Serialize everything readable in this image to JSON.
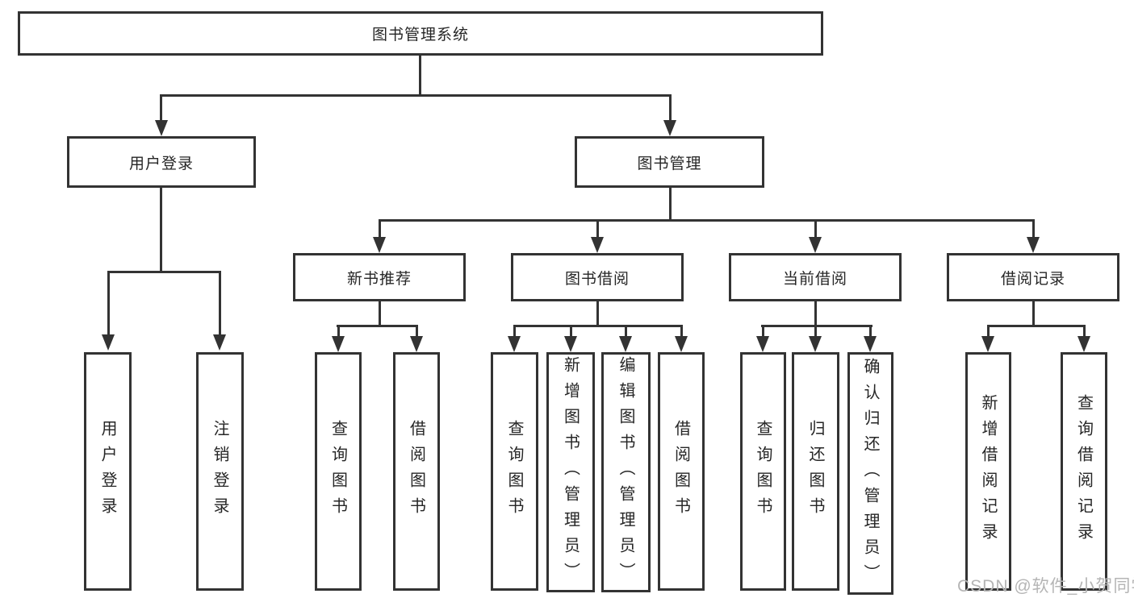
{
  "title": "图书管理系统",
  "nodes": {
    "root": "图书管理系统",
    "user_login": "用户登录",
    "book_management": "图书管理",
    "new_book_recommend": "新书推荐",
    "book_borrowing": "图书借阅",
    "current_borrowing": "当前借阅",
    "borrow_records": "借阅记录",
    "leaf_user_login": "用户登录",
    "leaf_logout": "注销登录",
    "leaf_rec_query_books": "查询图书",
    "leaf_rec_borrow_books": "借阅图书",
    "leaf_bor_query_books": "查询图书",
    "leaf_bor_add_books_admin": "新增图书（管理员）",
    "leaf_bor_edit_books_admin": "编辑图书（管理员）",
    "leaf_bor_borrow_books": "借阅图书",
    "leaf_cur_query_books": "查询图书",
    "leaf_cur_return_books": "归还图书",
    "leaf_cur_confirm_return_admin": "确认归还（管理员）",
    "leaf_recd_add_record": "新增借阅记录",
    "leaf_recd_query_record": "查询借阅记录"
  },
  "hierarchy": {
    "图书管理系统": [
      "用户登录",
      "图书管理"
    ],
    "用户登录": [
      "用户登录",
      "注销登录"
    ],
    "图书管理": [
      "新书推荐",
      "图书借阅",
      "当前借阅",
      "借阅记录"
    ],
    "新书推荐": [
      "查询图书",
      "借阅图书"
    ],
    "图书借阅": [
      "查询图书",
      "新增图书（管理员）",
      "编辑图书（管理员）",
      "借阅图书"
    ],
    "当前借阅": [
      "查询图书",
      "归还图书",
      "确认归还（管理员）"
    ],
    "借阅记录": [
      "新增借阅记录",
      "查询借阅记录"
    ]
  },
  "watermark": {
    "text": "CSDN @软件_小贺同学",
    "color": "#b5b5b5"
  },
  "colors": {
    "line": "#333333",
    "text": "#262626",
    "background": "#ffffff"
  }
}
